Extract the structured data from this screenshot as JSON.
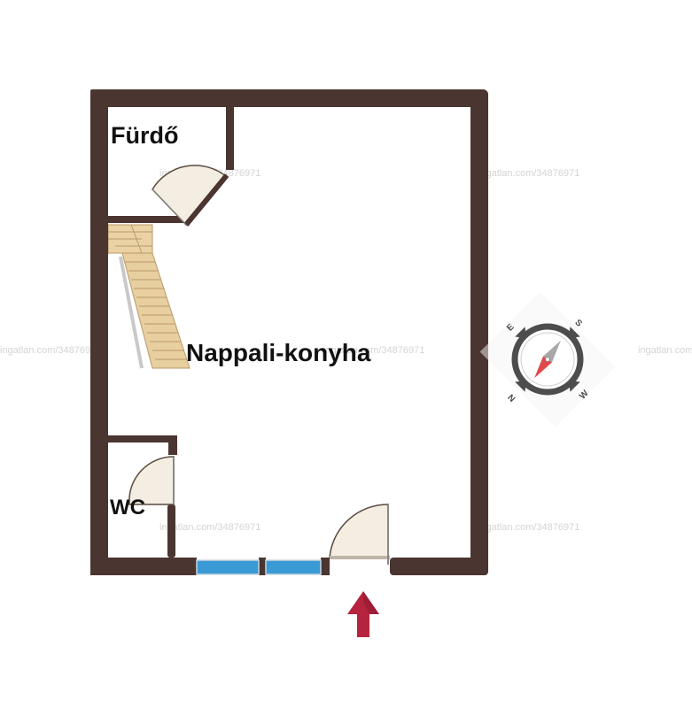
{
  "rooms": {
    "bathroom": "Fürdő",
    "living_kitchen": "Nappali-konyha",
    "toilet": "WC"
  },
  "watermark": "ingatlan.com/34876971",
  "compass": {
    "north": "N",
    "east": "E",
    "south": "S",
    "west": "W"
  },
  "colors": {
    "wall": "#4a3530",
    "window": "#3a9ad6",
    "entrance_arrow": "#b5233f",
    "door_fill": "#f3ede2",
    "stair": "#e8cfa0"
  }
}
